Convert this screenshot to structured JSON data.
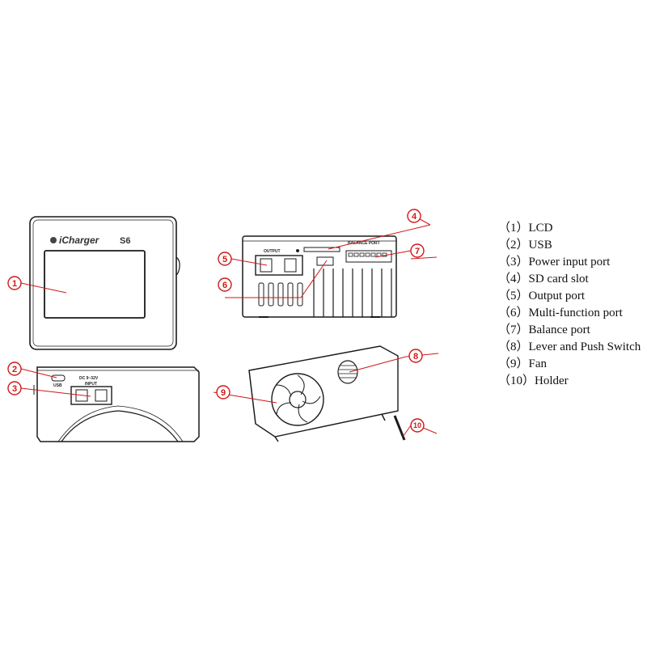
{
  "device": {
    "brand": "iCharger",
    "model": "S6",
    "side_labels": {
      "output": "OUTPUT",
      "balance": "BALANCE PORT",
      "usb": "USB",
      "dc_input": "DC 9~32V",
      "input": "INPUT"
    }
  },
  "callouts": [
    "1",
    "2",
    "3",
    "4",
    "5",
    "6",
    "7",
    "8",
    "9",
    "10"
  ],
  "legend": [
    {
      "num": "（1）",
      "label": "LCD"
    },
    {
      "num": "（2）",
      "label": "USB"
    },
    {
      "num": "（3）",
      "label": "Power input port"
    },
    {
      "num": "（4）",
      "label": "SD card slot"
    },
    {
      "num": "（5）",
      "label": "Output port"
    },
    {
      "num": "（6）",
      "label": "Multi-function port"
    },
    {
      "num": "（7）",
      "label": "Balance port"
    },
    {
      "num": "（8）",
      "label": "Lever and Push Switch"
    },
    {
      "num": "（9）",
      "label": "Fan"
    },
    {
      "num": "（10）",
      "label": "Holder"
    }
  ]
}
